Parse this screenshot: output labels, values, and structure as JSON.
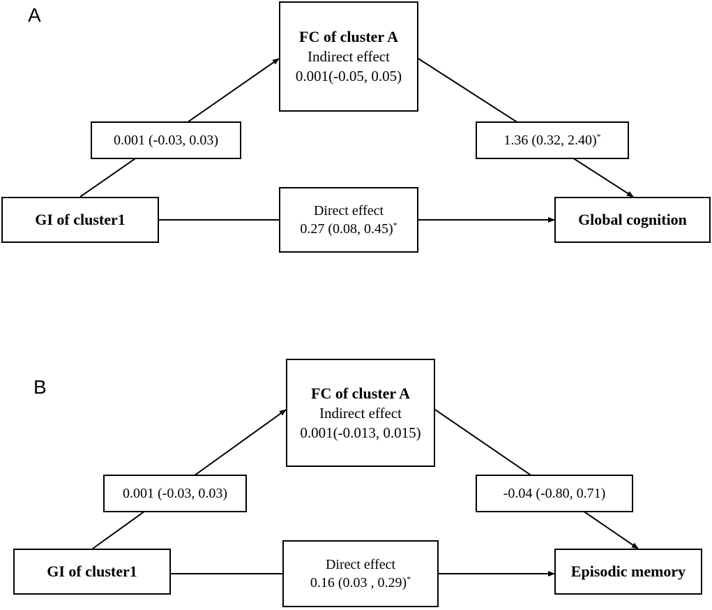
{
  "panels": [
    {
      "letter": "A",
      "mediator": {
        "title": "FC of cluster A",
        "label": "Indirect effect",
        "value": "0.001(-0.05, 0.05)"
      },
      "path_a": "0.001 (-0.03, 0.03)",
      "path_b": {
        "value": "1.36 (0.32, 2.40)",
        "sig": "*"
      },
      "predictor": "GI of cluster1",
      "direct": {
        "label": "Direct effect",
        "value": "0.27 (0.08, 0.45)",
        "sig": "*"
      },
      "outcome": "Global cognition"
    },
    {
      "letter": "B",
      "mediator": {
        "title": "FC of cluster A",
        "label": "Indirect effect",
        "value": "0.001(-0.013, 0.015)"
      },
      "path_a": "0.001 (-0.03, 0.03)",
      "path_b": {
        "value": "-0.04 (-0.80, 0.71)",
        "sig": ""
      },
      "predictor": "GI of cluster1",
      "direct": {
        "label": "Direct effect",
        "value": "0.16 (0.03 , 0.29)",
        "sig": "*"
      },
      "outcome": "Episodic memory"
    }
  ]
}
